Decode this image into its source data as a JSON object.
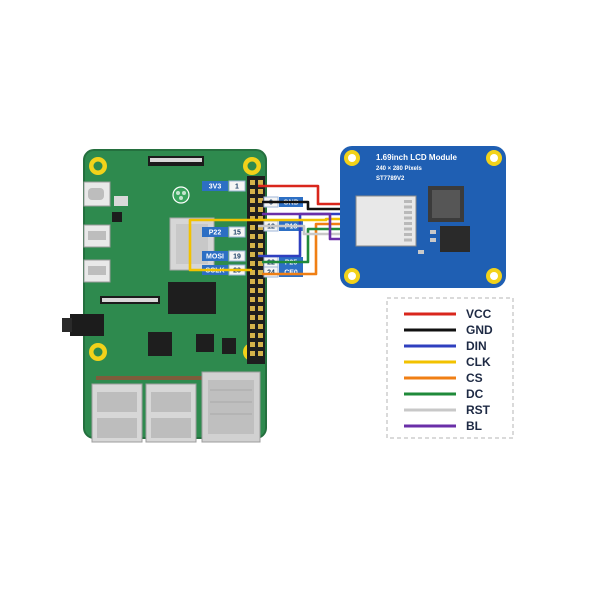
{
  "lcd_module": {
    "title": "1.69inch LCD Module",
    "resolution": "240 × 280 Pixels",
    "driver": "ST7789V2"
  },
  "pi_pins": [
    {
      "label": "3V3",
      "num": "1"
    },
    {
      "label": "GND",
      "num": "6"
    },
    {
      "label": "P22",
      "num": "15"
    },
    {
      "label": "P18",
      "num": "12"
    },
    {
      "label": "MOSI",
      "num": "19"
    },
    {
      "label": "SCLK",
      "num": "23"
    },
    {
      "label": "P25",
      "num": "22"
    },
    {
      "label": "CE0",
      "num": "24"
    }
  ],
  "legend": [
    {
      "label": "VCC",
      "color": "#d9261c"
    },
    {
      "label": "GND",
      "color": "#111111"
    },
    {
      "label": "DIN",
      "color": "#2f3fbf"
    },
    {
      "label": "CLK",
      "color": "#f2c200"
    },
    {
      "label": "CS",
      "color": "#f07f14"
    },
    {
      "label": "DC",
      "color": "#1f8a3a"
    },
    {
      "label": "RST",
      "color": "#c8c8c8"
    },
    {
      "label": "BL",
      "color": "#6a2fa8"
    }
  ],
  "colors": {
    "board_green": "#2e8a4e",
    "board_dark": "#1f6e3a",
    "lcd_blue": "#1f5fb3",
    "pin_label_blue": "#2d6fc4",
    "mount_hole": "#f2d21a"
  }
}
